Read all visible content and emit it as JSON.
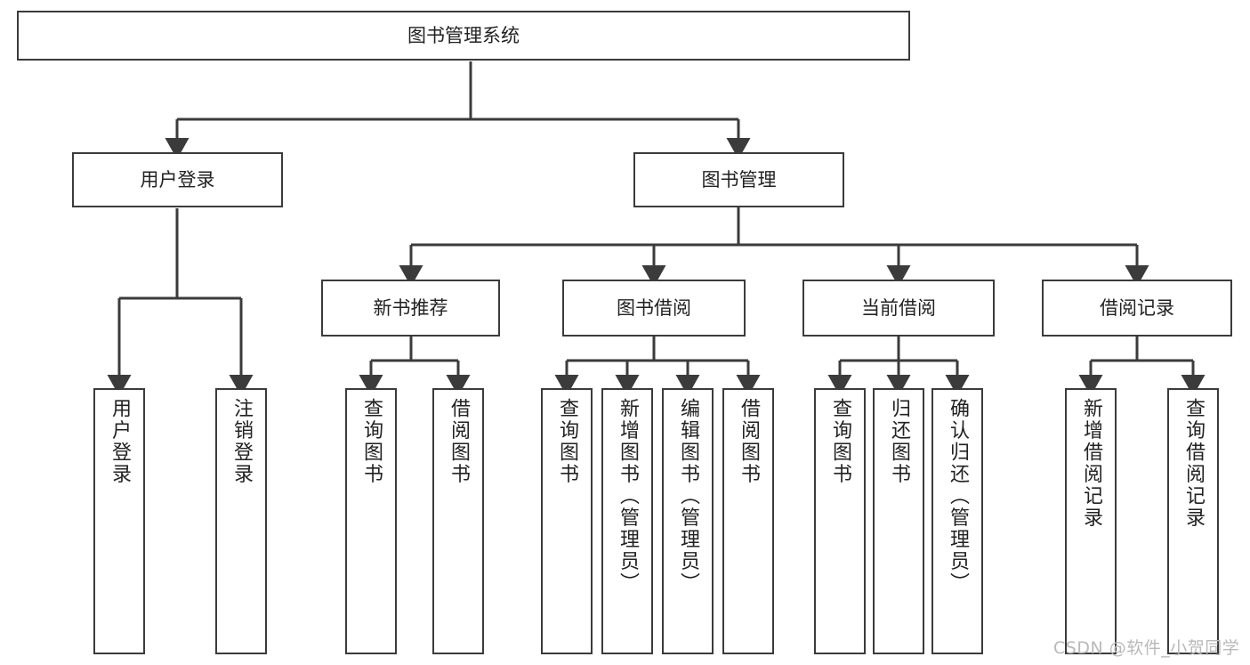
{
  "diagram": {
    "title": "图书管理系统",
    "type": "功能结构图",
    "stroke_color": "#3b3b3b",
    "fill_color": "#ffffff",
    "text_color": "#222222"
  },
  "nodes": {
    "root": {
      "label": "图书管理系统"
    },
    "level1": [
      {
        "label": "用户登录"
      },
      {
        "label": "图书管理"
      }
    ],
    "level2": [
      {
        "label": "新书推荐"
      },
      {
        "label": "图书借阅"
      },
      {
        "label": "当前借阅"
      },
      {
        "label": "借阅记录"
      }
    ],
    "leaves": {
      "user_login": [
        {
          "label": "用户登录"
        },
        {
          "label": "注销登录"
        }
      ],
      "new_book_recommend": [
        {
          "label": "查询图书"
        },
        {
          "label": "借阅图书"
        }
      ],
      "book_borrow": [
        {
          "label": "查询图书"
        },
        {
          "label": "新增图书（管理员）"
        },
        {
          "label": "编辑图书（管理员）"
        },
        {
          "label": "借阅图书"
        }
      ],
      "current_borrow": [
        {
          "label": "查询图书"
        },
        {
          "label": "归还图书"
        },
        {
          "label": "确认归还（管理员）"
        }
      ],
      "borrow_record": [
        {
          "label": "新增借阅记录"
        },
        {
          "label": "查询借阅记录"
        }
      ]
    }
  },
  "watermark": {
    "text": "CSDN @软件_小贺同学",
    "color": "#b9b9b9"
  }
}
